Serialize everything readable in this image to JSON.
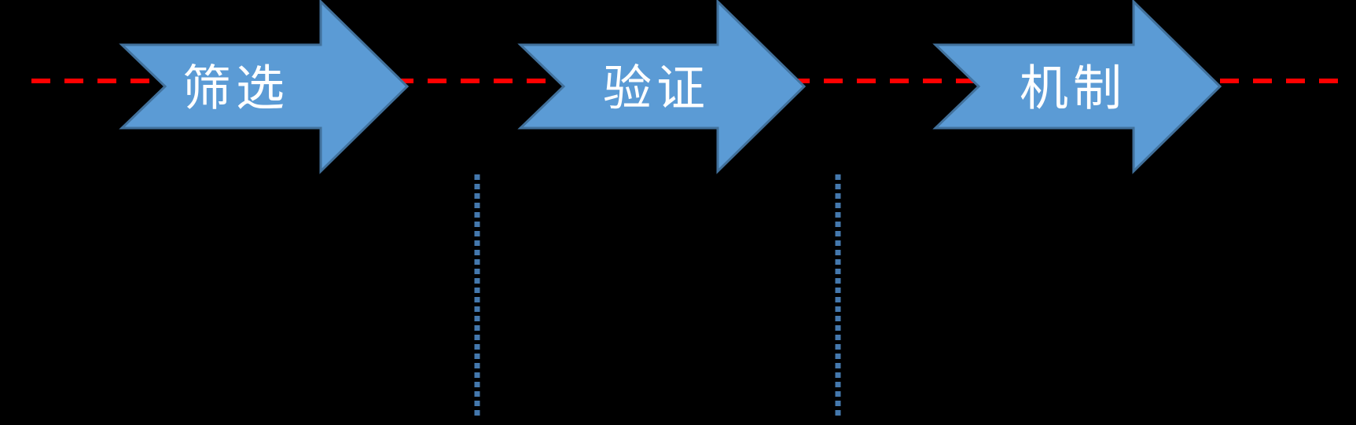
{
  "diagram": {
    "type": "process-flow",
    "shape_style": "notched-right-arrow",
    "steps": [
      {
        "label": "筛选"
      },
      {
        "label": "验证"
      },
      {
        "label": "机制"
      }
    ],
    "lines": {
      "horizontal": "red-dashed-baseline",
      "vertical": [
        "left-blue-dotted-connector",
        "right-blue-dotted-connector"
      ]
    }
  },
  "colors": {
    "background": "#000000",
    "arrow_fill": "#5B9BD5",
    "arrow_border": "#41719C",
    "dashed_line": "#FF0000",
    "dotted_line": "#4478AD",
    "label_text": "#FFFFFF"
  }
}
